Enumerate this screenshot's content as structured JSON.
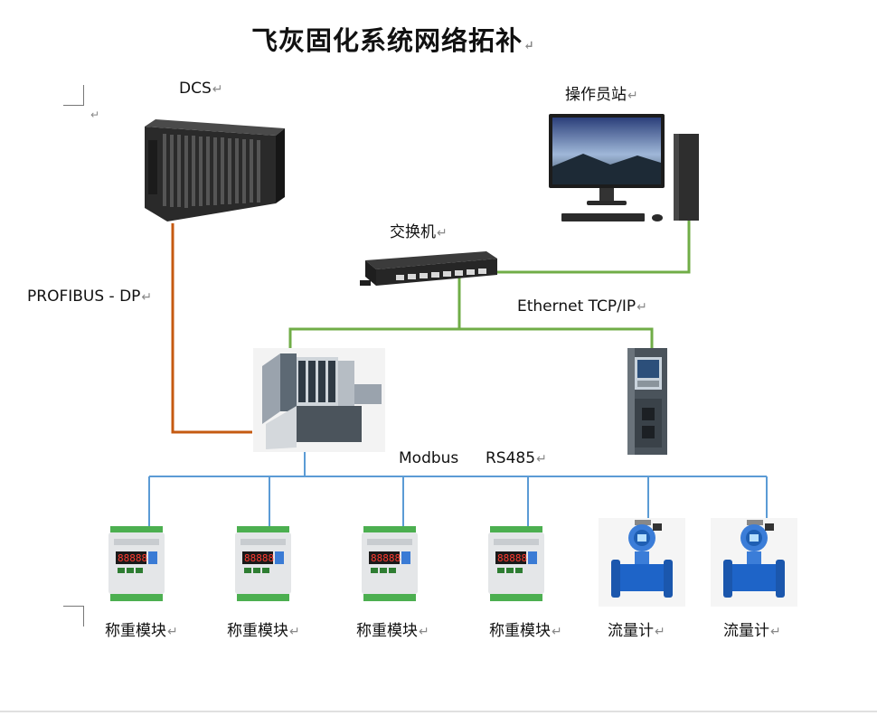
{
  "title": "飞灰固化系统网络拓补",
  "return_mark": "↵",
  "nodes": {
    "dcs": "DCS",
    "operator_station": "操作员站",
    "switch": "交换机",
    "weighing_modules": [
      "称重模块",
      "称重模块",
      "称重模块",
      "称重模块"
    ],
    "flow_meters": [
      "流量计",
      "流量计"
    ]
  },
  "links": {
    "profibus": "PROFIBUS - DP",
    "ethernet": "Ethernet TCP/IP",
    "modbus": "Modbus",
    "rs485": "RS485"
  },
  "colors": {
    "ethernet_line": "#70ad47",
    "profibus_line": "#c55a11",
    "rs485_line": "#5b9bd5"
  }
}
